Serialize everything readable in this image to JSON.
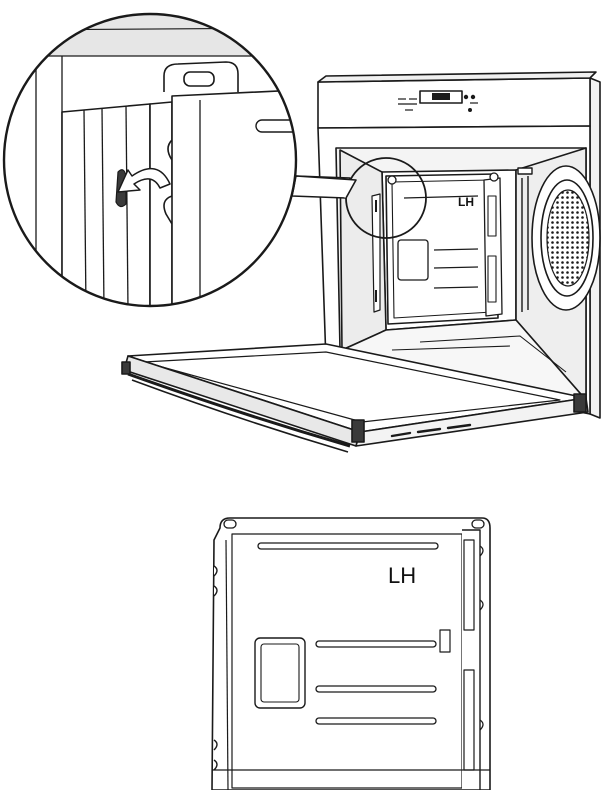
{
  "labels": {
    "oven_panel_side": "LH",
    "side_panel_detail_side": "LH"
  },
  "colors": {
    "line": "#1a1a1a",
    "fill": "#ffffff",
    "shade": "#e9e9e9",
    "dark": "#3a3a3a"
  },
  "icons": {
    "callout": "magnifier-circle",
    "arrow": "curved-arrow",
    "fan": "convection-fan"
  }
}
